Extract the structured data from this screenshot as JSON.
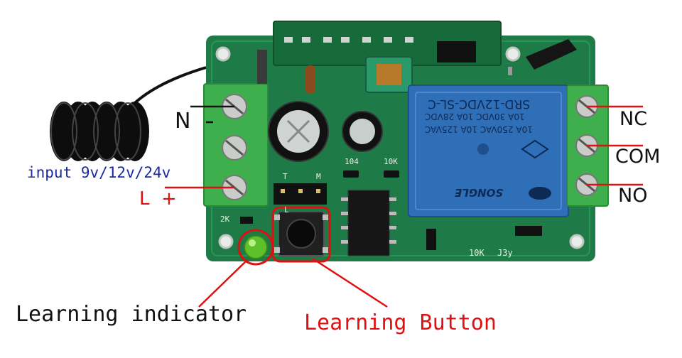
{
  "labels": {
    "n": "N",
    "input": "input 9v/12v/24v",
    "l_plus": "L  +",
    "nc": "NC",
    "com": "COM",
    "no": "NO",
    "learning_indicator": "Learning indicator",
    "learning_button": "Learning Button"
  },
  "board_markings": {
    "relay_model": "SRD-12VDC-SL-C",
    "relay_rating_1": "10A 250VAC  10A 125VAC",
    "relay_rating_2": "10A 30VDC  10A 28VDC",
    "relay_brand": "SONGLE",
    "cap_code": "104",
    "res_10k_top": "10K",
    "res_2k": "2K",
    "res_10k_bottom": "10K",
    "j3y": "J3y",
    "t_mark": "T",
    "m_mark": "M",
    "l_mark": "L"
  },
  "colors": {
    "pcb": "#1e7a46",
    "relay": "#2f6fb8",
    "terminal": "#3fae4d",
    "annotation_red": "#e01010",
    "annotation_blue": "#1a2aa0"
  }
}
